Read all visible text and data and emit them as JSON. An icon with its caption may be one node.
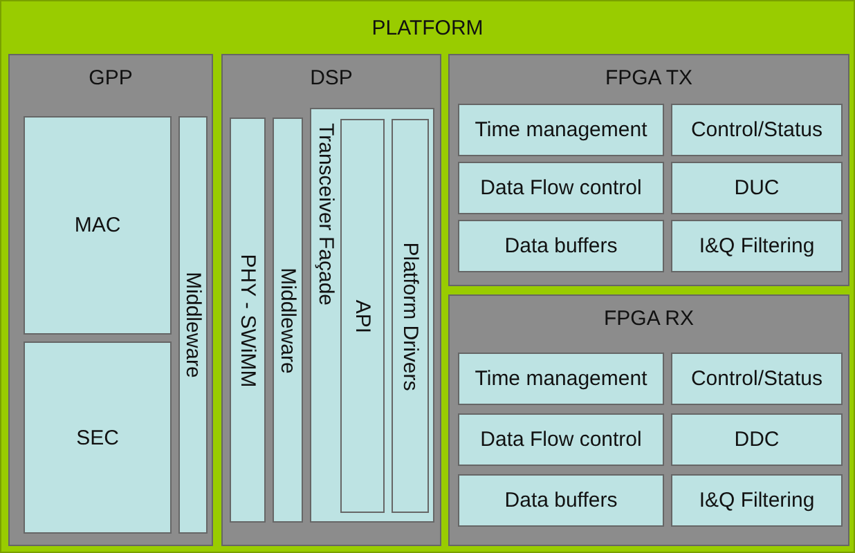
{
  "diagram": {
    "nodes": [
      {
        "text": [
          "PLATFORM"
        ]
      },
      {
        "text": [
          "GPP"
        ],
        "in": 0
      },
      {
        "text": [
          "MAC"
        ],
        "in": 1
      },
      {
        "text": [
          "SEC"
        ],
        "in": 1
      },
      {
        "text": [
          "Middleware"
        ],
        "in": 1
      },
      {
        "text": [
          "DSP"
        ],
        "in": 0
      },
      {
        "text": [
          "PHY - SWiMM"
        ],
        "in": 5
      },
      {
        "text": [
          "Middleware"
        ],
        "in": 5
      },
      {
        "text": [
          "Transceiver Façade"
        ],
        "in": 5
      },
      {
        "text": [
          "API"
        ],
        "in": 8
      },
      {
        "text": [
          "Platform Drivers"
        ],
        "in": 8
      },
      {
        "text": [
          "FPGA TX"
        ],
        "in": 0
      },
      {
        "text": [
          "Time management"
        ],
        "in": 11
      },
      {
        "text": [
          "Control/Status"
        ],
        "in": 11
      },
      {
        "text": [
          "Data Flow control"
        ],
        "in": 11
      },
      {
        "text": [
          "DUC"
        ],
        "in": 11
      },
      {
        "text": [
          "Data buffers"
        ],
        "in": 11
      },
      {
        "text": [
          "I&Q Filtering"
        ],
        "in": 11
      },
      {
        "text": [
          "FPGA RX"
        ],
        "in": 0
      },
      {
        "text": [
          "Time management"
        ],
        "in": 18
      },
      {
        "text": [
          "Control/Status"
        ],
        "in": 18
      },
      {
        "text": [
          "Data Flow control"
        ],
        "in": 18
      },
      {
        "text": [
          "DDC"
        ],
        "in": 18
      },
      {
        "text": [
          "Data buffers"
        ],
        "in": 18
      },
      {
        "text": [
          "I&Q Filtering"
        ],
        "in": 18
      }
    ]
  }
}
